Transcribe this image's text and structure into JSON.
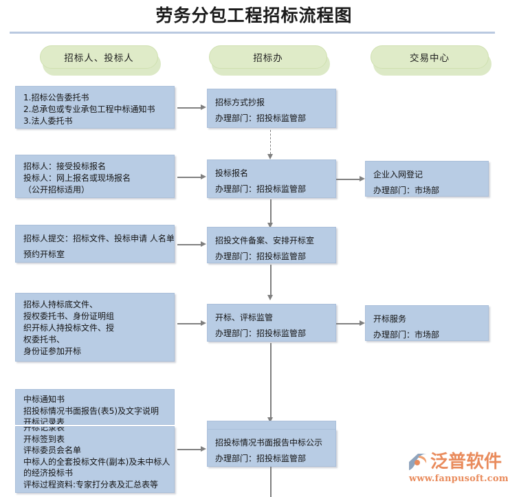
{
  "title": "劳务分包工程招标流程图",
  "lanes": [
    {
      "id": "lane-bidder",
      "label": "招标人、投标人"
    },
    {
      "id": "lane-office",
      "label": "招标办"
    },
    {
      "id": "lane-center",
      "label": "交易中心"
    }
  ],
  "rows": [
    {
      "id": "row-1",
      "left": {
        "lines": [
          "1.招标公告委托书",
          "2.总承包或专业承包工程中标通知书",
          "3.法人委托书"
        ]
      },
      "middle": {
        "lines": [
          "招标方式抄报",
          "办理部门：招投标监管部"
        ]
      },
      "right": null
    },
    {
      "id": "row-2",
      "left": {
        "lines": [
          "招标人：接受投标报名",
          "投标人：网上报名或现场报名",
          "（公开招标适用）"
        ]
      },
      "middle": {
        "lines": [
          "投标报名",
          "办理部门：招投标监管部"
        ]
      },
      "right": {
        "lines": [
          "企业入网登记",
          "办理部门：市场部"
        ]
      }
    },
    {
      "id": "row-3",
      "left": {
        "lines": [
          "招标人提交：招标文件、投标申请 人名单",
          "预约开标室"
        ]
      },
      "middle": {
        "lines": [
          "招投文件备案、安排开标室",
          "办理部门：招投标监管部"
        ]
      },
      "right": null
    },
    {
      "id": "row-4",
      "left": {
        "lines": [
          "招标人持标底文件、",
          "授权委托书、身份证明组",
          "织开标人持投标文件、授",
          "权委托书、",
          "身份证参加开标"
        ]
      },
      "middle": {
        "lines": [
          "开标、评标监管",
          "办理部门：招投标监管部"
        ]
      },
      "right": {
        "lines": [
          "开标服务",
          "办理部门：市场部"
        ]
      }
    },
    {
      "id": "row-5",
      "left_front": {
        "lines": [
          "中标通知书",
          "招投标情况书面报告(表5)及文字说明",
          "开标记录表"
        ]
      },
      "left_back": {
        "lines": [
          "开标记录表",
          "开标签到表",
          "评标委员会名单",
          "中标人的全套投标文件(副本)及未中标人",
          "的经济投标书",
          "评标过程资料:专家打分表及汇总表等"
        ]
      },
      "middle": {
        "lines": [
          "招投标情况书面报告中标公示",
          "办理部门：招投标监管部"
        ]
      },
      "right": null
    }
  ],
  "connectors": {
    "h1_label": "arrow-right",
    "v_dashed_label": "arrow-down-dashed",
    "v_solid_label": "arrow-down"
  },
  "watermark": {
    "brand": "泛普软件",
    "url": "www.fanpusoft.com",
    "color": "#e98b5c"
  },
  "colors": {
    "box_fill": "#b8cce4",
    "box_border": "#aabfda",
    "pill_fill": "#dfebc8",
    "pill_shadow": "#dce9c6",
    "rule": "#b9c9e0",
    "arrow": "#7f7f7f"
  }
}
